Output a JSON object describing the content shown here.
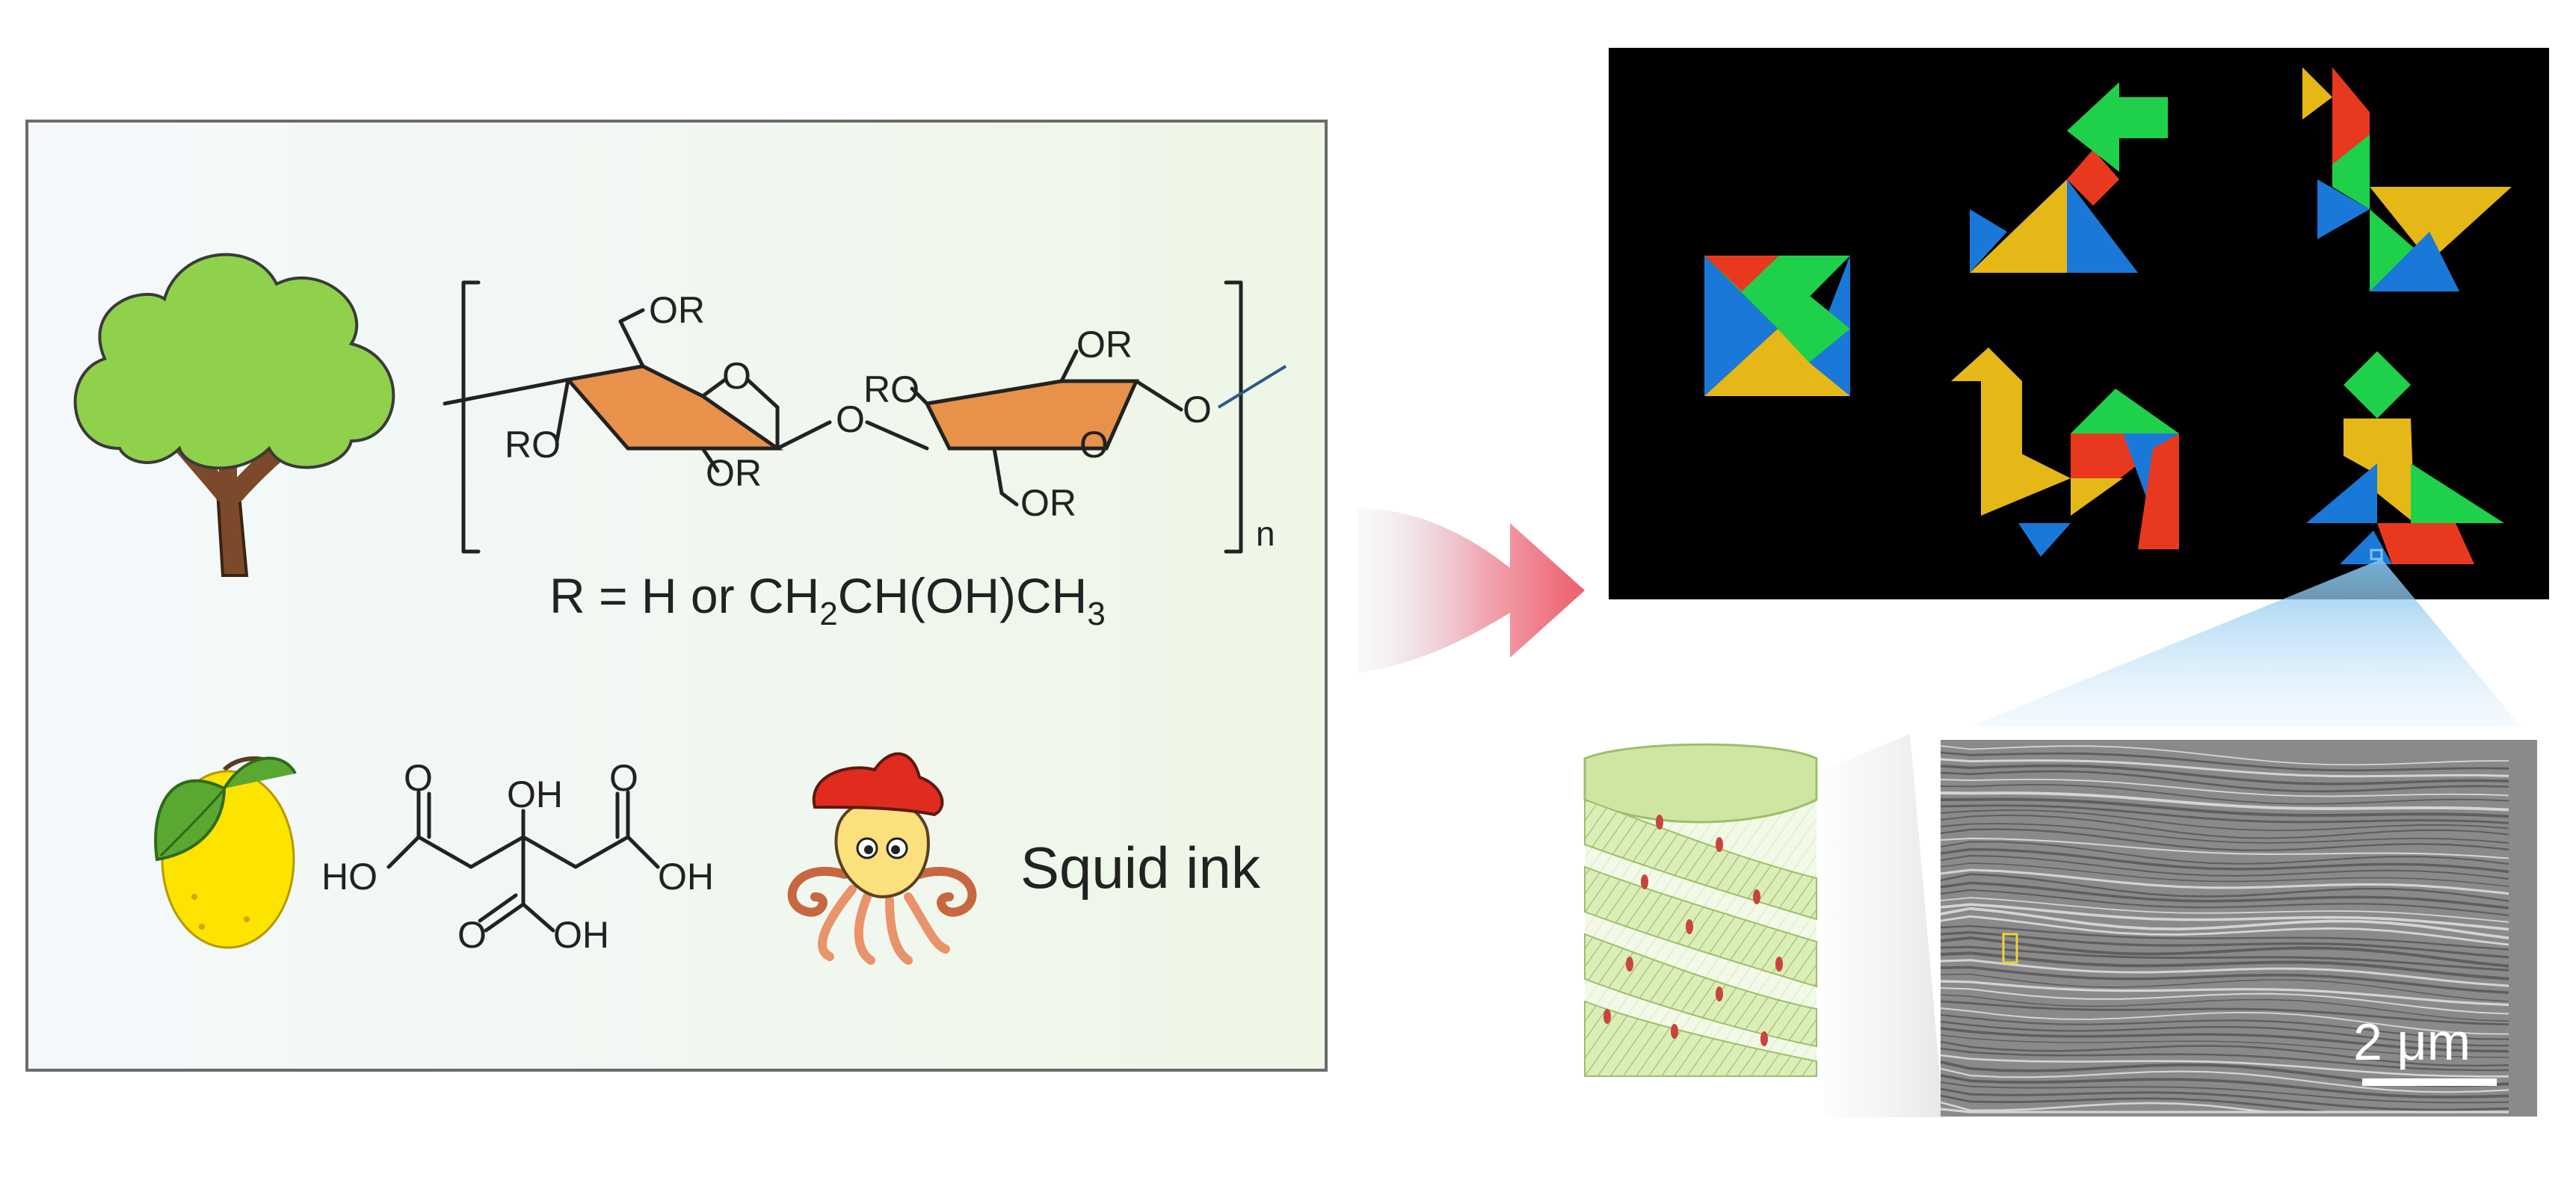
{
  "polymer": {
    "substituent": "OR",
    "ring_oxygen": "O",
    "linkage_oxygen": "O",
    "ro_left": "RO",
    "ro_mid": "RO",
    "repeat": "n",
    "r_def_prefix": "R = H or CH",
    "r_def_sub1": "2",
    "r_def_mid": "CH(OH)CH",
    "r_def_sub2": "3"
  },
  "citric_acid": {
    "o": "O",
    "oh": "OH",
    "ho": "HO"
  },
  "squid_label": "Squid ink",
  "scale_bar_label": "2 μm",
  "colors": {
    "panel_border": "#6b6b6b",
    "panel_bg_left": "#f4f8fc",
    "panel_bg_right": "#eef6e6",
    "tree_canopy": "#8fd14a",
    "tree_trunk": "#7a4a2a",
    "sugar_ring": "#e8914a",
    "lemon": "#fce300",
    "leaf": "#5aa832",
    "squid_cap": "#e02b1f",
    "squid_body": "#fbe07b",
    "squid_tentacle": "#e9936a",
    "arrow": "#ee6a78",
    "tangram_red": "#e8391f",
    "tangram_green": "#1fd04a",
    "tangram_blue": "#1a78d8",
    "tangram_yellow": "#e5b818",
    "helix": "#d8ebb3",
    "sem_gray": "#8a8a8a"
  }
}
